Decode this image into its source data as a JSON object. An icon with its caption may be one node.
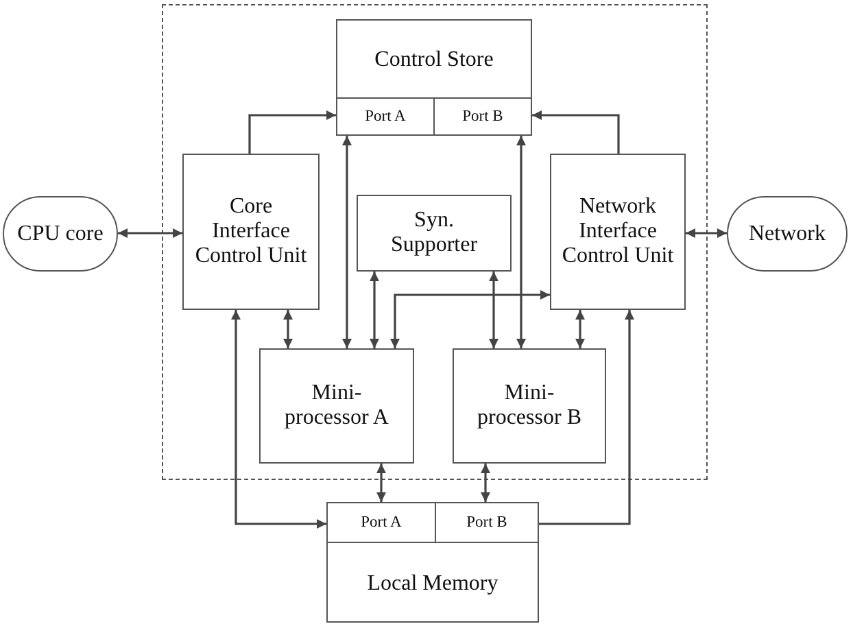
{
  "diagram": {
    "nodes": [
      {
        "text": [],
        "shape": "box"
      },
      {
        "text": [
          "Control Store"
        ],
        "in": 0
      },
      {
        "text": [
          "Port A"
        ],
        "in": 1
      },
      {
        "text": [
          "Port B"
        ],
        "in": 1
      },
      {
        "text": [
          "Core Interface Control Unit"
        ],
        "in": 0
      },
      {
        "text": [
          "Syn. Supporter"
        ],
        "in": 0
      },
      {
        "text": [
          "Network Interface Control Unit"
        ],
        "in": 0
      },
      {
        "text": [
          "Mini-processor A"
        ],
        "in": 0
      },
      {
        "text": [
          "Mini-processor B"
        ],
        "in": 0
      },
      {
        "text": [
          "CPU core"
        ]
      },
      {
        "text": [
          "Network"
        ]
      },
      {
        "text": [
          "Local Memory"
        ]
      },
      {
        "text": [
          "Port A"
        ],
        "in": 11
      },
      {
        "text": [
          "Port B"
        ],
        "in": 11
      }
    ],
    "edges": [
      {
        "from": 4,
        "to": 2,
        "arrow": "to"
      },
      {
        "from": 6,
        "to": 3,
        "arrow": "to"
      },
      {
        "from": 9,
        "to": 4,
        "arrow": "both"
      },
      {
        "from": 6,
        "to": 10,
        "arrow": "both"
      },
      {
        "from": 2,
        "to": 7,
        "arrow": "both"
      },
      {
        "from": 3,
        "to": 8,
        "arrow": "both"
      },
      {
        "from": 5,
        "to": 7,
        "arrow": "both"
      },
      {
        "from": 5,
        "to": 8,
        "arrow": "both"
      },
      {
        "from": 6,
        "to": 7,
        "arrow": "both"
      },
      {
        "from": 4,
        "to": 7,
        "arrow": "both"
      },
      {
        "from": 6,
        "to": 8,
        "arrow": "both"
      },
      {
        "from": 4,
        "to": 12,
        "arrow": "both"
      },
      {
        "from": 13,
        "to": 6,
        "arrow": "to"
      },
      {
        "from": 7,
        "to": 12,
        "arrow": "both"
      },
      {
        "from": 8,
        "to": 13,
        "arrow": "both"
      }
    ]
  }
}
